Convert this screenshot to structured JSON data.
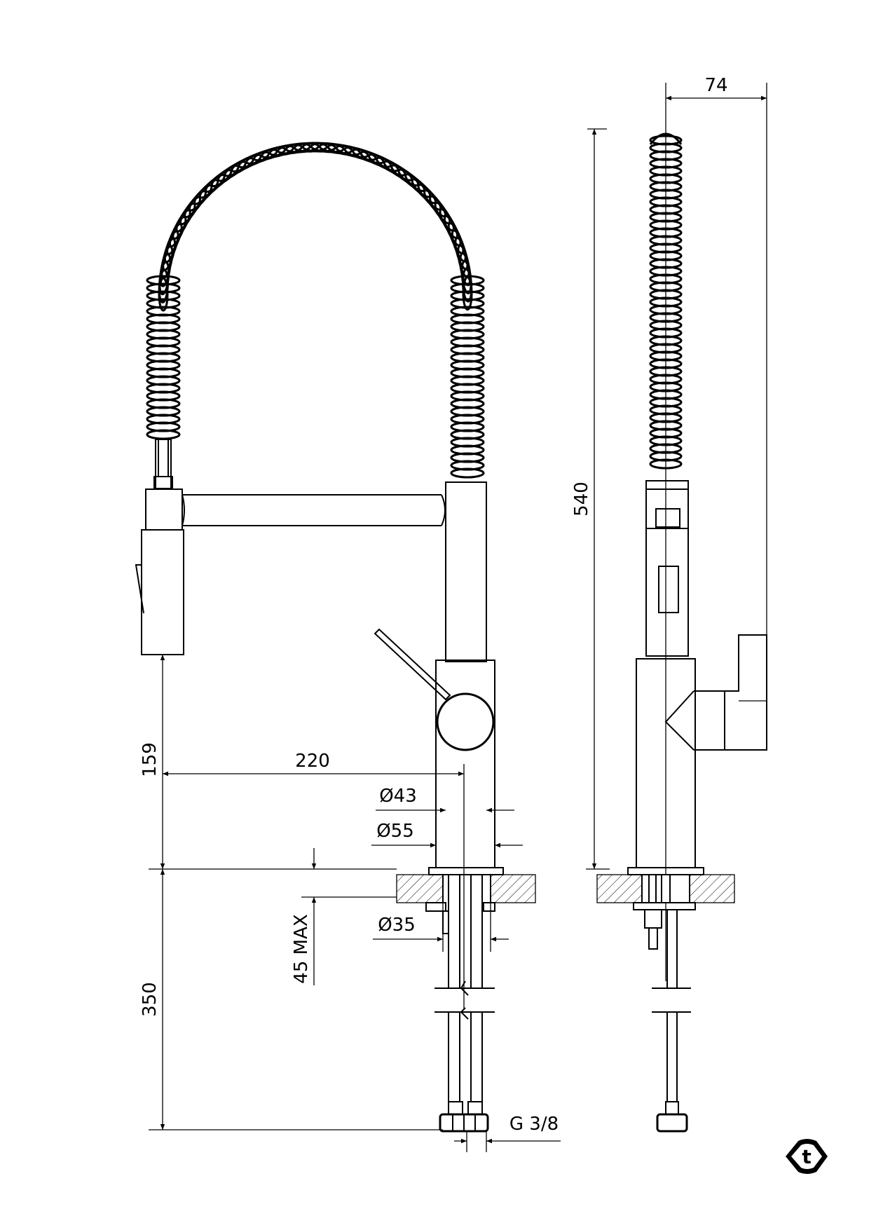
{
  "dimensions": {
    "width_side": "74",
    "height_total": "540",
    "spout_clearance": "159",
    "reach": "220",
    "dia_body": "Ø43",
    "dia_base": "Ø55",
    "dia_hole": "Ø35",
    "max_deck": "45 MAX",
    "hose_length": "350",
    "thread": "G 3/8"
  },
  "logo": {
    "letter": "t"
  }
}
